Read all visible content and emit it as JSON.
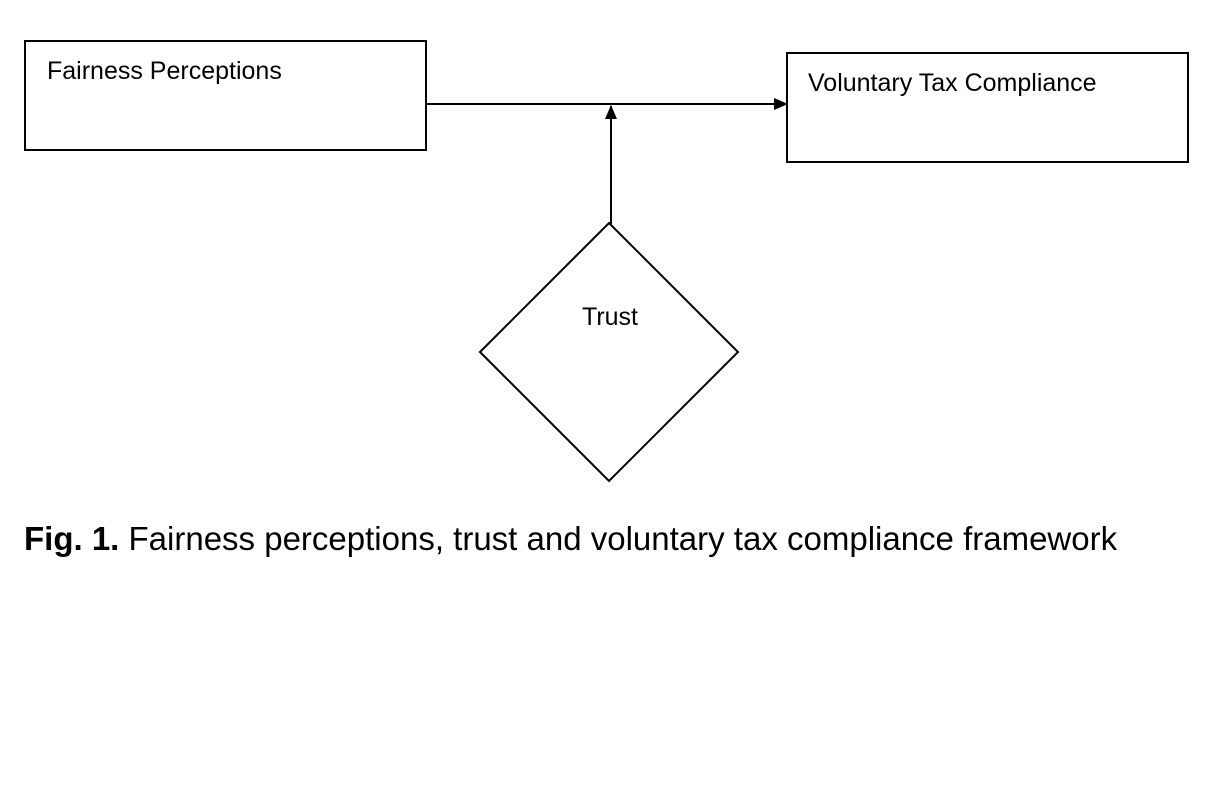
{
  "diagram": {
    "nodes": {
      "fairness": {
        "label": "Fairness Perceptions",
        "shape": "rectangle"
      },
      "compliance": {
        "label": "Voluntary Tax Compliance",
        "shape": "rectangle"
      },
      "trust": {
        "label": "Trust",
        "shape": "diamond"
      }
    },
    "edges": [
      {
        "from": "fairness",
        "to": "compliance",
        "style": "arrow"
      },
      {
        "from": "trust",
        "to": "fairness-compliance-edge",
        "style": "arrow"
      }
    ],
    "colors": {
      "stroke": "#000000",
      "background": "#ffffff"
    }
  },
  "caption": {
    "prefix": "Fig. 1.",
    "text": " Fairness perceptions, trust and voluntary tax compliance framework"
  }
}
